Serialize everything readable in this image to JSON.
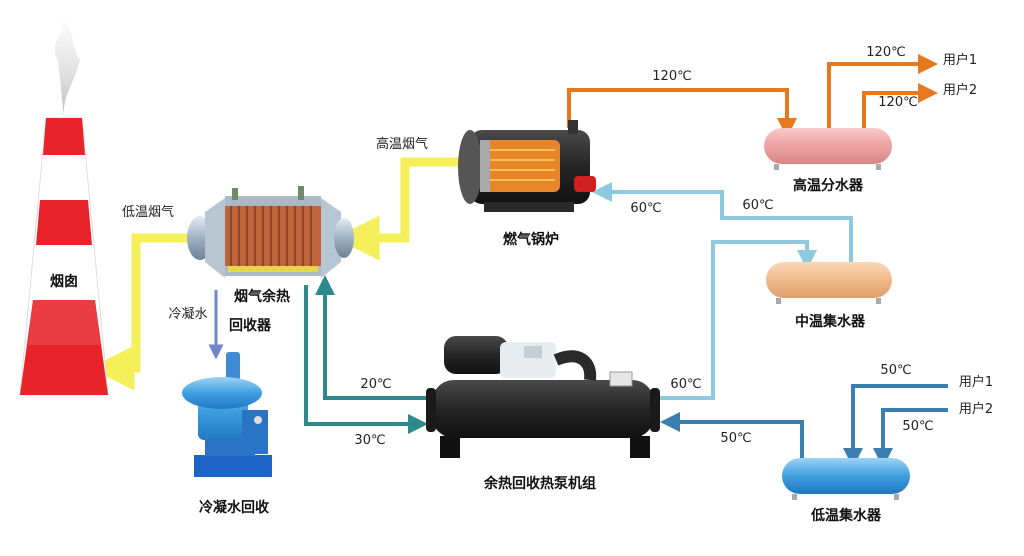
{
  "equipment": {
    "chimney": "烟囱",
    "heat_recovery": [
      "烟气余热",
      "回收器"
    ],
    "gas_boiler": "燃气锅炉",
    "high_temp_distributor": "高温分水器",
    "mid_temp_collector": "中温集水器",
    "low_temp_collector": "低温集水器",
    "heat_pump": "余热回收热泵机组",
    "condensate_recovery": "冷凝水回收"
  },
  "labels": {
    "high_temp_flue": "高温烟气",
    "low_temp_flue": "低温烟气",
    "condensate": "冷凝水",
    "t120_boiler": "120℃",
    "t120_user1": "120℃",
    "t120_user2": "120℃",
    "user1_top": "用户1",
    "user2_top": "用户2",
    "t60_boiler": "60℃",
    "t60_mid": "60℃",
    "t60_pump": "60℃",
    "t20": "20℃",
    "t30": "30℃",
    "t50_pump": "50℃",
    "t50_user1": "50℃",
    "t50_user2": "50℃",
    "user1_bottom": "用户1",
    "user2_bottom": "用户2"
  },
  "colors": {
    "hot_water": "#e8781e",
    "warm_water": "#8fc9df",
    "cool_water": "#3a7fb0",
    "loop_water": "#2f8a8e",
    "flue_gas": "#f5ef5a",
    "condensate": "#6f86c8",
    "chimney_red": "#e8242a"
  }
}
